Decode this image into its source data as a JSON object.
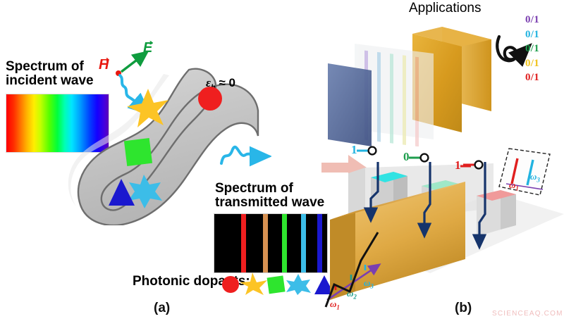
{
  "figure": {
    "panels": [
      {
        "id": "a",
        "letter": "(a)"
      },
      {
        "id": "b",
        "letter": "(b)"
      }
    ],
    "watermark": "SCIENCEAQ.COM"
  },
  "panel_a": {
    "incident_caption_line1": "Spectrum of",
    "incident_caption_line2": "incident wave",
    "transmitted_caption_line1": "Spectrum of",
    "transmitted_caption_line2": "transmitted wave",
    "dopants_label": "Photonic dopants:",
    "host_permittivity_label": "ε",
    "host_permittivity_sub": "h",
    "host_permittivity_rel": " ≈ 0",
    "vector_H": "H",
    "vector_E": "E",
    "incident_spectrum": {
      "type": "continuous-rainbow",
      "from": "#ff0000",
      "to": "#5c00b8"
    },
    "transmitted_spectrum": {
      "background": "#000000",
      "lines": [
        {
          "name": "line-red",
          "color": "#ef1f1f",
          "x_percent": 24
        },
        {
          "name": "line-orange",
          "color": "#d79152",
          "x_percent": 43
        },
        {
          "name": "line-green",
          "color": "#2ee52e",
          "x_percent": 60
        },
        {
          "name": "line-cyan",
          "color": "#3cbde8",
          "x_percent": 77
        },
        {
          "name": "line-blue",
          "color": "#1a18cf",
          "x_percent": 91
        }
      ]
    },
    "dopants": [
      {
        "name": "dopant-circle",
        "shape": "circle",
        "color": "#ef1f1f"
      },
      {
        "name": "dopant-star4",
        "shape": "star-4",
        "color": "#fcc425"
      },
      {
        "name": "dopant-square",
        "shape": "square",
        "color": "#2ee52e"
      },
      {
        "name": "dopant-star6",
        "shape": "star-6",
        "color": "#3cbde8"
      },
      {
        "name": "dopant-triangle",
        "shape": "triangle",
        "color": "#1a18cf"
      }
    ],
    "slab": {
      "fill": "#c9c9c9",
      "edge": "#7d7d7d"
    },
    "wave_color": "#29b6e8"
  },
  "panel_b": {
    "title": "Applications",
    "bit_readout": [
      {
        "name": "bit-row-violet",
        "text": "0/1",
        "color": "#7a3fb0"
      },
      {
        "name": "bit-row-cyan",
        "text": "0/1",
        "color": "#22b3e0"
      },
      {
        "name": "bit-row-green",
        "text": "0/1",
        "color": "#1f9e4e"
      },
      {
        "name": "bit-row-yellow",
        "text": "0/1",
        "color": "#f0c31b"
      },
      {
        "name": "bit-row-red",
        "text": "0/1",
        "color": "#e01f1f"
      }
    ],
    "input_bits": [
      {
        "name": "input-bit-1",
        "text": "1",
        "color": "#22b3e0"
      },
      {
        "name": "input-bit-2",
        "text": "0",
        "color": "#1f9e4e"
      },
      {
        "name": "input-bit-3",
        "text": "1",
        "color": "#e01f1f"
      }
    ],
    "omega_axis": [
      {
        "name": "omega-1",
        "symbol": "ω",
        "sub": "1",
        "color": "#e01f1f"
      },
      {
        "name": "omega-2",
        "symbol": "ω",
        "sub": "2",
        "color": "#1f9e8e"
      },
      {
        "name": "omega-3",
        "symbol": "ω",
        "sub": "3",
        "color": "#22b3e0"
      }
    ],
    "inset_omega": [
      {
        "name": "inset-omega-1",
        "symbol": "ω",
        "sub": "1",
        "color": "#e01f1f"
      },
      {
        "name": "inset-omega-3",
        "symbol": "ω",
        "sub": "3",
        "color": "#22b3e0"
      }
    ],
    "stacked_plates": {
      "back_plate_color": "#4a6090",
      "gold_block_color": "#d79a1e",
      "stripe_colors": [
        "#9f7fd0",
        "#7fb8d8",
        "#8fd8c0",
        "#c8e08a",
        "#f0d88a",
        "#f0b0b0"
      ]
    },
    "pillar_caps": [
      "#31e3e3",
      "#9fe8c8",
      "#f09a9a"
    ]
  }
}
